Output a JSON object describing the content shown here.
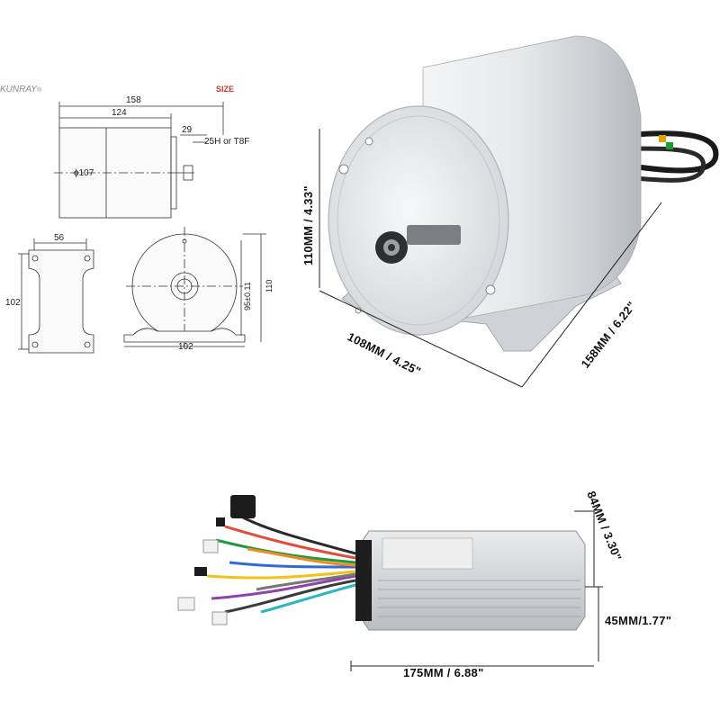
{
  "brand": {
    "name": "KUNRAY",
    "mark": "®"
  },
  "size_label": "SIZE",
  "drawing": {
    "side_view": {
      "overall_length": "158",
      "body_length": "124",
      "shaft_length": "29",
      "sprocket_spec": "25H or T8F",
      "diameter": "ϕ107"
    },
    "front_view": {
      "mount_width": "56",
      "height": "102"
    },
    "end_view": {
      "mount_length": "102",
      "shaft_height": "95±0.11",
      "overall_height": "110"
    }
  },
  "motor_dimensions": {
    "height": "110MM / 4.33\"",
    "width": "108MM / 4.25\"",
    "length": "158MM / 6.22\""
  },
  "controller_dimensions": {
    "width": "84MM / 3.30\"",
    "height": "45MM/1.77\"",
    "length": "175MM / 6.88\""
  },
  "colors": {
    "line": "#333333",
    "size_label": "#c0392b",
    "aluminum": "#d9dcdf",
    "dim_text": "#111111"
  }
}
